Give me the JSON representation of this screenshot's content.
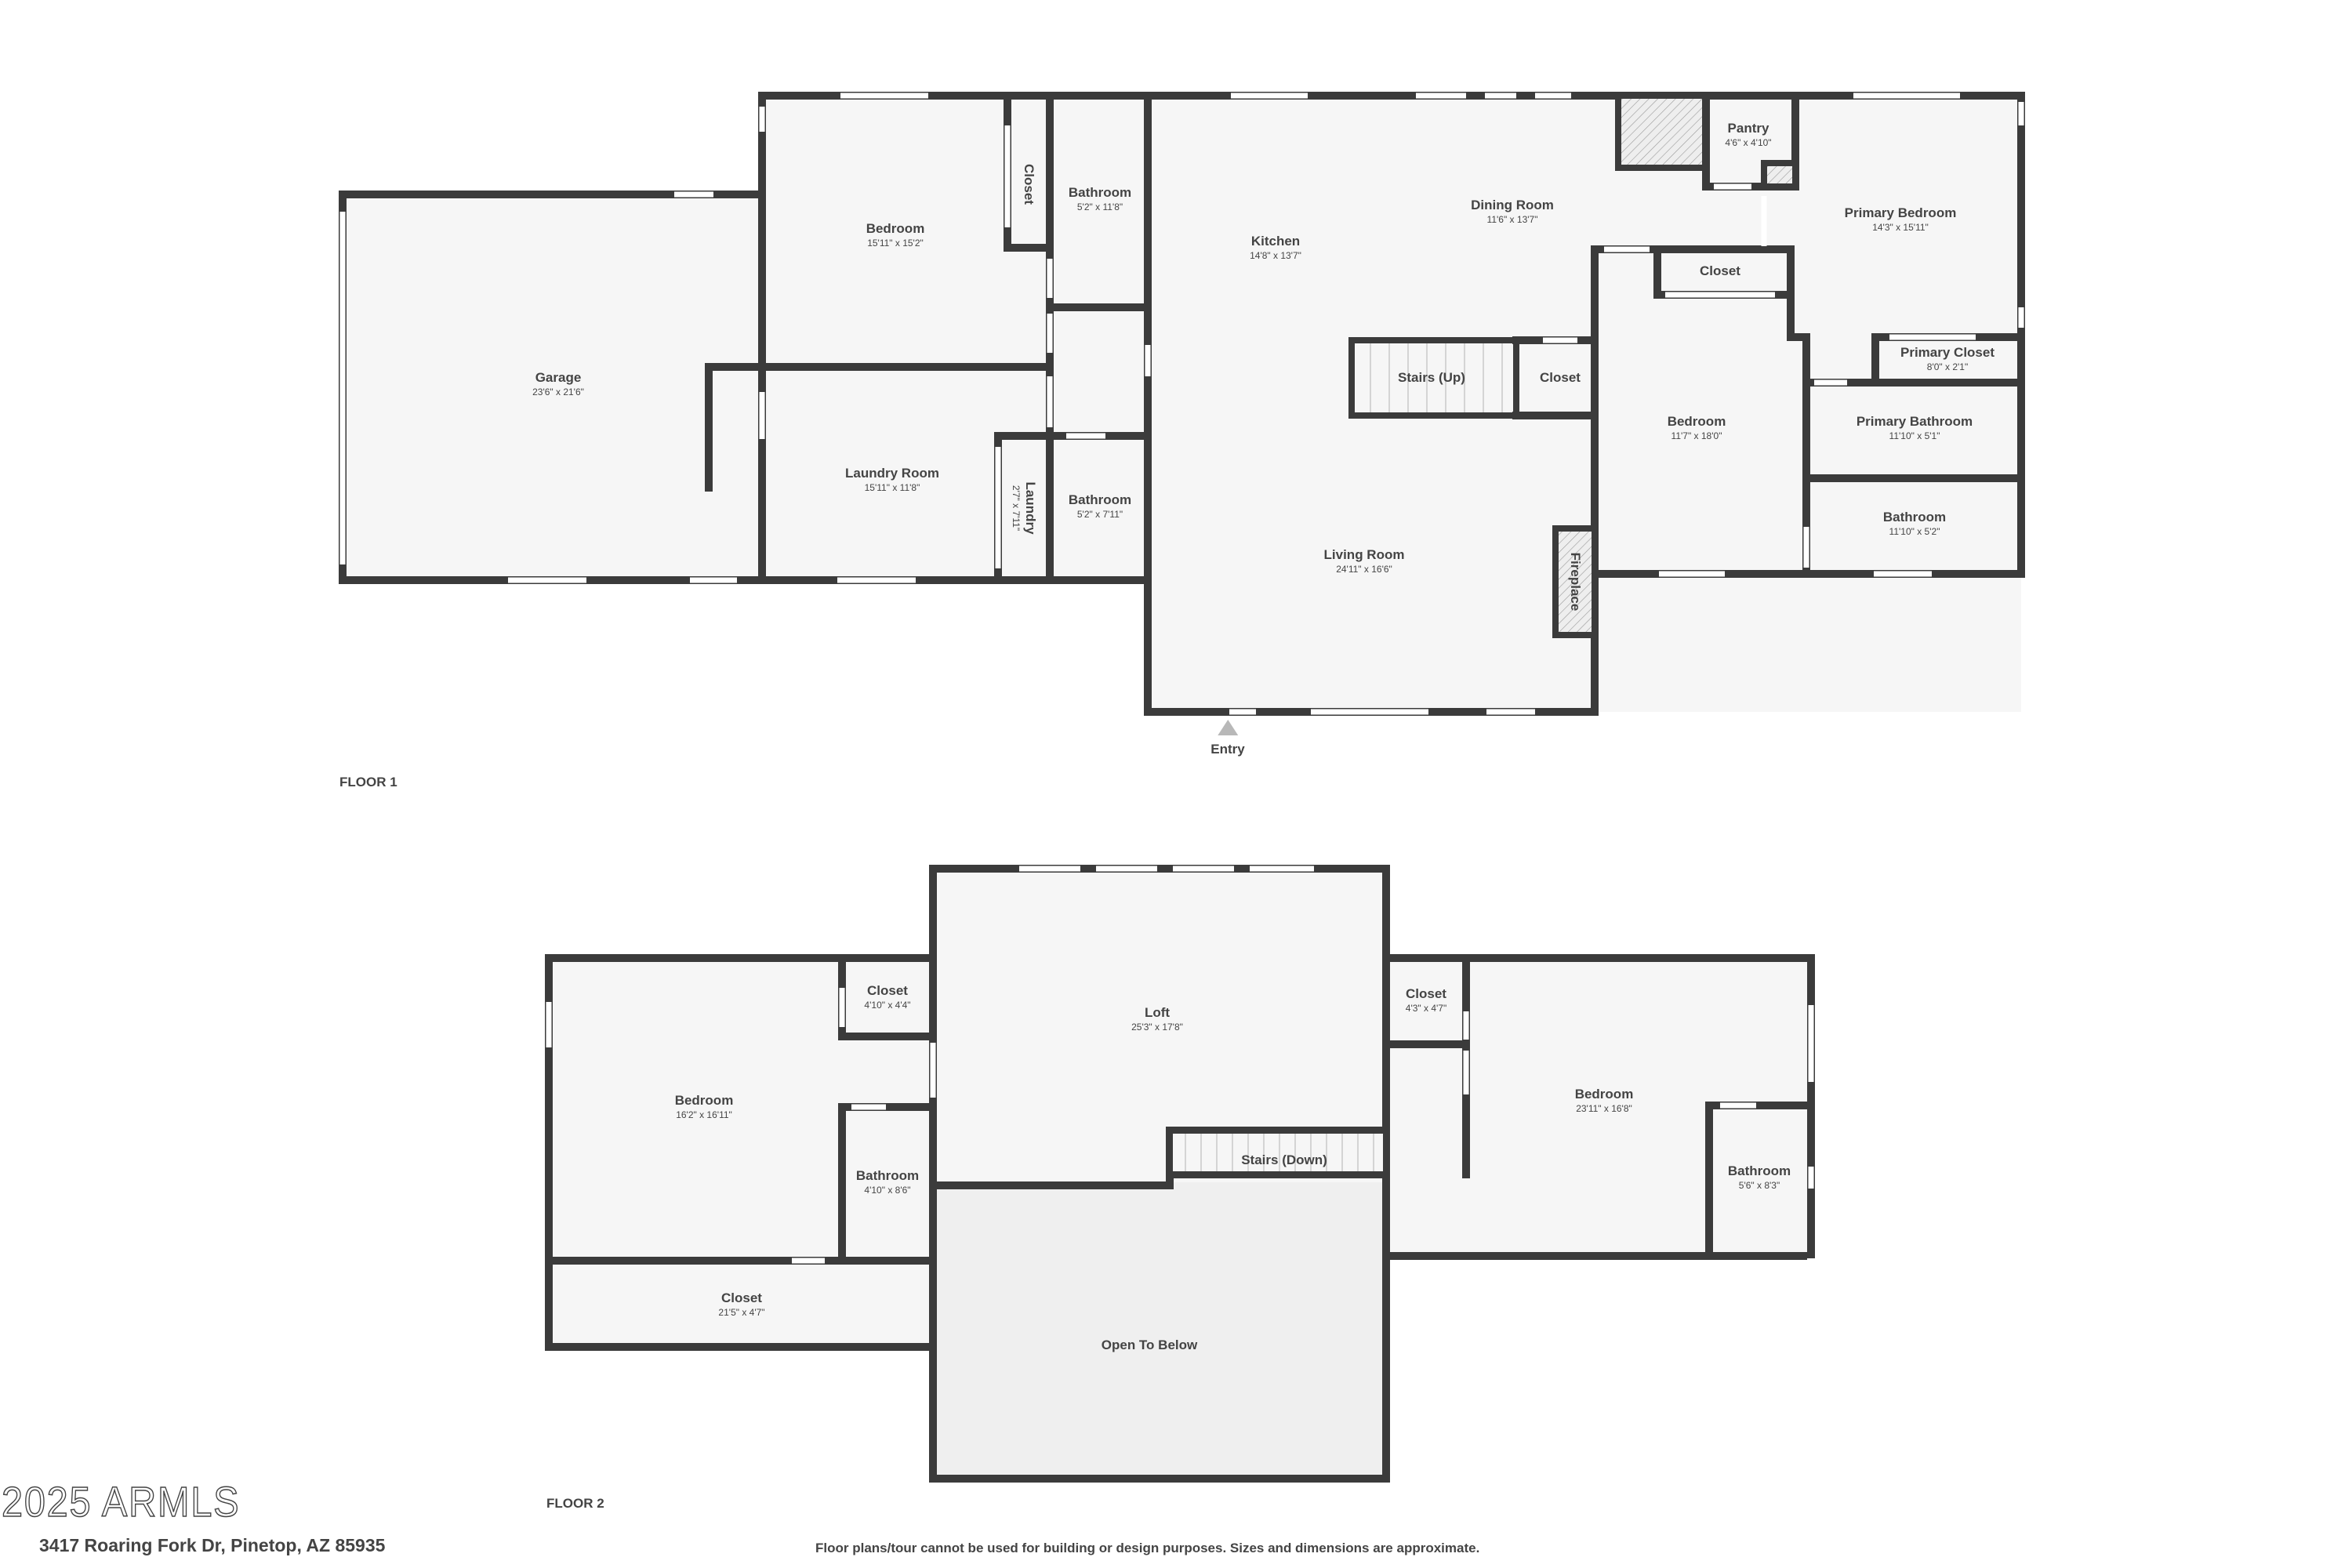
{
  "floor1": {
    "label": "FLOOR 1",
    "entry_label": "Entry",
    "rooms": [
      {
        "name": "Garage",
        "dim": "23'6\" x 21'6\""
      },
      {
        "name": "Bedroom",
        "dim": "15'11\" x 15'2\""
      },
      {
        "name": "Closet",
        "dim": ""
      },
      {
        "name": "Bathroom",
        "dim": "5'2\" x 11'8\""
      },
      {
        "name": "Laundry Room",
        "dim": "15'11\" x 11'8\""
      },
      {
        "name": "Laundry",
        "dim": "2'7\" x 7'11\""
      },
      {
        "name": "Bathroom",
        "dim": "5'2\" x 7'11\""
      },
      {
        "name": "Kitchen",
        "dim": "14'8\" x 13'7\""
      },
      {
        "name": "Dining Room",
        "dim": "11'6\" x 13'7\""
      },
      {
        "name": "Pantry",
        "dim": "4'6\" x 4'10\""
      },
      {
        "name": "Primary Bedroom",
        "dim": "14'3\" x 15'11\""
      },
      {
        "name": "Closet",
        "dim": ""
      },
      {
        "name": "Stairs (Up)",
        "dim": ""
      },
      {
        "name": "Closet",
        "dim": ""
      },
      {
        "name": "Bedroom",
        "dim": "11'7\" x 18'0\""
      },
      {
        "name": "Primary Closet",
        "dim": "8'0\" x 2'1\""
      },
      {
        "name": "Primary Bathroom",
        "dim": "11'10\" x 5'1\""
      },
      {
        "name": "Bathroom",
        "dim": "11'10\" x 5'2\""
      },
      {
        "name": "Living Room",
        "dim": "24'11\" x 16'6\""
      },
      {
        "name": "Fireplace",
        "dim": ""
      }
    ]
  },
  "floor2": {
    "label": "FLOOR 2",
    "rooms": [
      {
        "name": "Closet",
        "dim": "4'10\" x 4'4\""
      },
      {
        "name": "Bedroom",
        "dim": "16'2\" x 16'11\""
      },
      {
        "name": "Bathroom",
        "dim": "4'10\" x 8'6\""
      },
      {
        "name": "Closet",
        "dim": "21'5\" x 4'7\""
      },
      {
        "name": "Loft",
        "dim": "25'3\" x 17'8\""
      },
      {
        "name": "Stairs (Down)",
        "dim": ""
      },
      {
        "name": "Open To Below",
        "dim": ""
      },
      {
        "name": "Closet",
        "dim": "4'3\" x 4'7\""
      },
      {
        "name": "Bedroom",
        "dim": "23'11\" x 16'8\""
      },
      {
        "name": "Bathroom",
        "dim": "5'6\" x 8'3\""
      }
    ]
  },
  "footer": {
    "watermark": "2025 ARMLS",
    "address": "3417 Roaring Fork Dr, Pinetop, AZ 85935",
    "disclaimer": "Floor plans/tour cannot be used for building or design purposes. Sizes and dimensions are approximate."
  },
  "colors": {
    "wall": "#3b3b3b",
    "room_fill": "#f6f6f6",
    "open_to_below_fill": "#efefef",
    "text": "#444444"
  }
}
